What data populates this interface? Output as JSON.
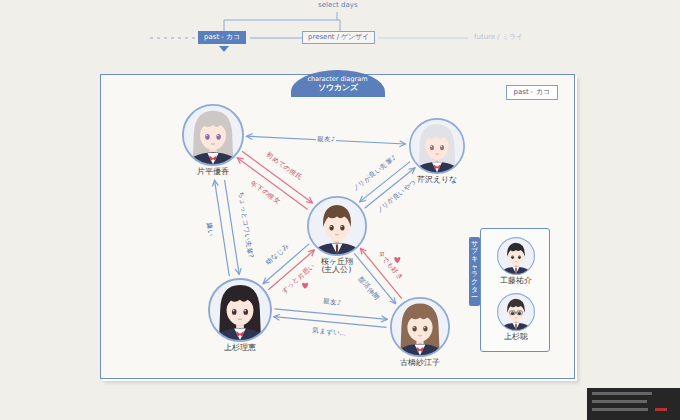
{
  "diagram": {
    "nodes": [
      {
        "text": [
          "past - カコ"
        ]
      },
      {
        "text": [
          "present / ゲンザイ"
        ]
      },
      {
        "text": [
          "character diagram",
          "ソウカンズ"
        ]
      },
      {
        "text": [
          "past - カコ"
        ],
        "in": 2
      },
      {
        "text": [
          "片平優香"
        ],
        "in": 2
      },
      {
        "text": [
          "芹沢えりな"
        ],
        "in": 2
      },
      {
        "text": [
          "桜ヶ丘翔",
          "(主人公)"
        ],
        "in": 2
      },
      {
        "text": [
          "上杉理恵"
        ],
        "in": 2
      },
      {
        "text": [
          "古橋紗江子"
        ],
        "in": 2
      },
      {
        "text": [
          "サブキャラクター"
        ],
        "in": 2
      },
      {
        "text": [
          "工藤祐介"
        ],
        "in": 9
      },
      {
        "text": [
          "上杉聡"
        ],
        "in": 9
      }
    ],
    "edges": [
      {
        "from": 4,
        "to": 5,
        "arrow": "both",
        "label": "親友♪"
      },
      {
        "from": 4,
        "to": 6,
        "arrow": "to",
        "label": "初めての彼氏"
      },
      {
        "from": 6,
        "to": 4,
        "arrow": "to",
        "label": "年下の彼女"
      },
      {
        "from": 5,
        "to": 6,
        "arrow": "to",
        "label": "ノリが良い先輩♪"
      },
      {
        "from": 6,
        "to": 5,
        "arrow": "to",
        "label": "ノリが良いやつ"
      },
      {
        "from": 7,
        "to": 4,
        "arrow": "to",
        "label": "嫌い"
      },
      {
        "from": 4,
        "to": 7,
        "arrow": "to",
        "label": "ちょっとコワい先輩?"
      },
      {
        "from": 6,
        "to": 7,
        "arrow": "to",
        "label": "幼なじみ"
      },
      {
        "from": 7,
        "to": 6,
        "arrow": "to",
        "label": "ずっと片思い"
      },
      {
        "from": 8,
        "to": 6,
        "arrow": "to",
        "label": "今でも好き"
      },
      {
        "from": 6,
        "to": 8,
        "arrow": "to",
        "label": "部活仲間"
      },
      {
        "from": 7,
        "to": 8,
        "arrow": "to",
        "label": "親友♪"
      },
      {
        "from": 8,
        "to": 7,
        "arrow": "to",
        "label": "気まずい…"
      }
    ],
    "labels": [
      "select days",
      "future / ミライ"
    ]
  }
}
